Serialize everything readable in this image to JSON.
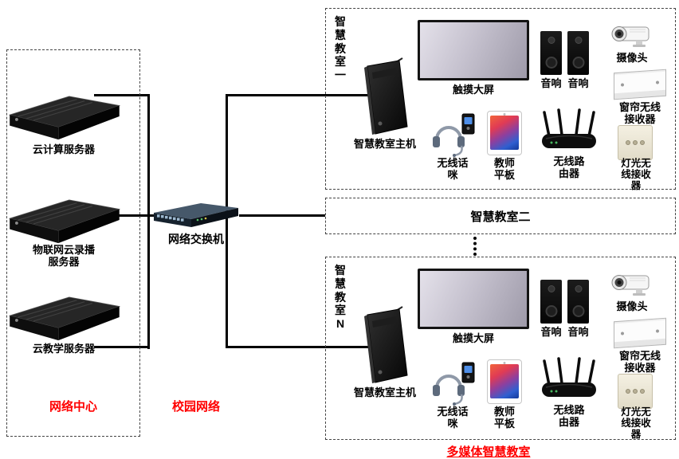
{
  "colors": {
    "accent_red": "#ff0000",
    "connector": "#000000"
  },
  "network_center": {
    "label": "网络中心",
    "servers": [
      {
        "label": "云计算服务器"
      },
      {
        "label": "物联网云录播\n服务器"
      },
      {
        "label": "云教学服务器"
      }
    ]
  },
  "campus_network": {
    "switch_label": "网络交换机",
    "label": "校园网络"
  },
  "classroom1": {
    "title": "智慧教室一",
    "host_label": "智慧教室主机",
    "screen_label": "触摸大屏",
    "speaker_left_label": "音响",
    "speaker_right_label": "音响",
    "camera_label": "摄像头",
    "curtain_receiver_label": "窗帘无线\n接收器",
    "mic_label": "无线话\n咪",
    "tablet_label": "教师\n平板",
    "router_label": "无线路\n由器",
    "light_receiver_label": "灯光无\n线接收\n器"
  },
  "classroom2": {
    "title": "智慧教室二"
  },
  "classroomN": {
    "title": "智慧教室N",
    "host_label": "智慧教室主机",
    "screen_label": "触摸大屏",
    "speaker_left_label": "音响",
    "speaker_right_label": "音响",
    "camera_label": "摄像头",
    "curtain_receiver_label": "窗帘无线\n接收器",
    "mic_label": "无线话\n咪",
    "tablet_label": "教师\n平板",
    "router_label": "无线路\n由器",
    "light_receiver_label": "灯光无\n线接收\n器"
  },
  "footer": {
    "label": "多媒体智慧教室"
  }
}
